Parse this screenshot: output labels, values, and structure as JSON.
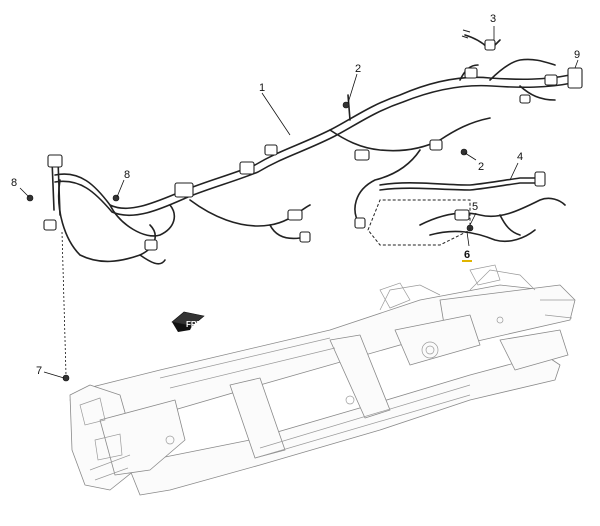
{
  "callouts": [
    {
      "id": "c1",
      "label": "1"
    },
    {
      "id": "c2a",
      "label": "2"
    },
    {
      "id": "c2b",
      "label": "2"
    },
    {
      "id": "c3",
      "label": "3"
    },
    {
      "id": "c4",
      "label": "4"
    },
    {
      "id": "c5",
      "label": "5"
    },
    {
      "id": "c6",
      "label": "6"
    },
    {
      "id": "c7",
      "label": "7"
    },
    {
      "id": "c8a",
      "label": "8"
    },
    {
      "id": "c8b",
      "label": "8"
    },
    {
      "id": "c9",
      "label": "9"
    }
  ],
  "direction_marker": {
    "label": "FRT"
  },
  "colors": {
    "line": "#222222",
    "frame": "#8a8a8a",
    "highlight_underline": "#e0b400"
  }
}
